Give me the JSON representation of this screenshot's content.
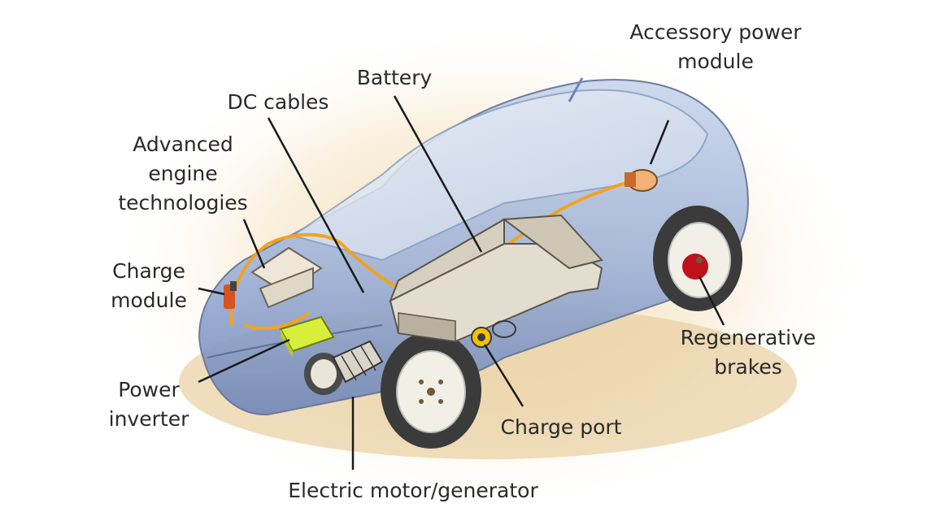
{
  "colors": {
    "background_glow": "#f6e7c8",
    "car_body": "#9db2d6",
    "car_body_dark": "#6f86b4",
    "car_glass": "#dfe7f3",
    "cable": "#f3a21f",
    "battery": "#d8d2c4",
    "inverter": "#d7ef3a",
    "brake": "#c0101c",
    "charge_port": "#f2c200",
    "leader_line": "#1a1a1a"
  },
  "labels": {
    "accessory_power_module": [
      "Accessory power",
      "module"
    ],
    "battery": [
      "Battery"
    ],
    "dc_cables": [
      "DC cables"
    ],
    "advanced_engine": [
      "Advanced",
      "engine",
      "technologies"
    ],
    "charge_module": [
      "Charge",
      "module"
    ],
    "power_inverter": [
      "Power",
      "inverter"
    ],
    "regenerative_brakes": [
      "Regenerative",
      "brakes"
    ],
    "charge_port": [
      "Charge port"
    ],
    "electric_motor": [
      "Electric motor/generator"
    ]
  }
}
